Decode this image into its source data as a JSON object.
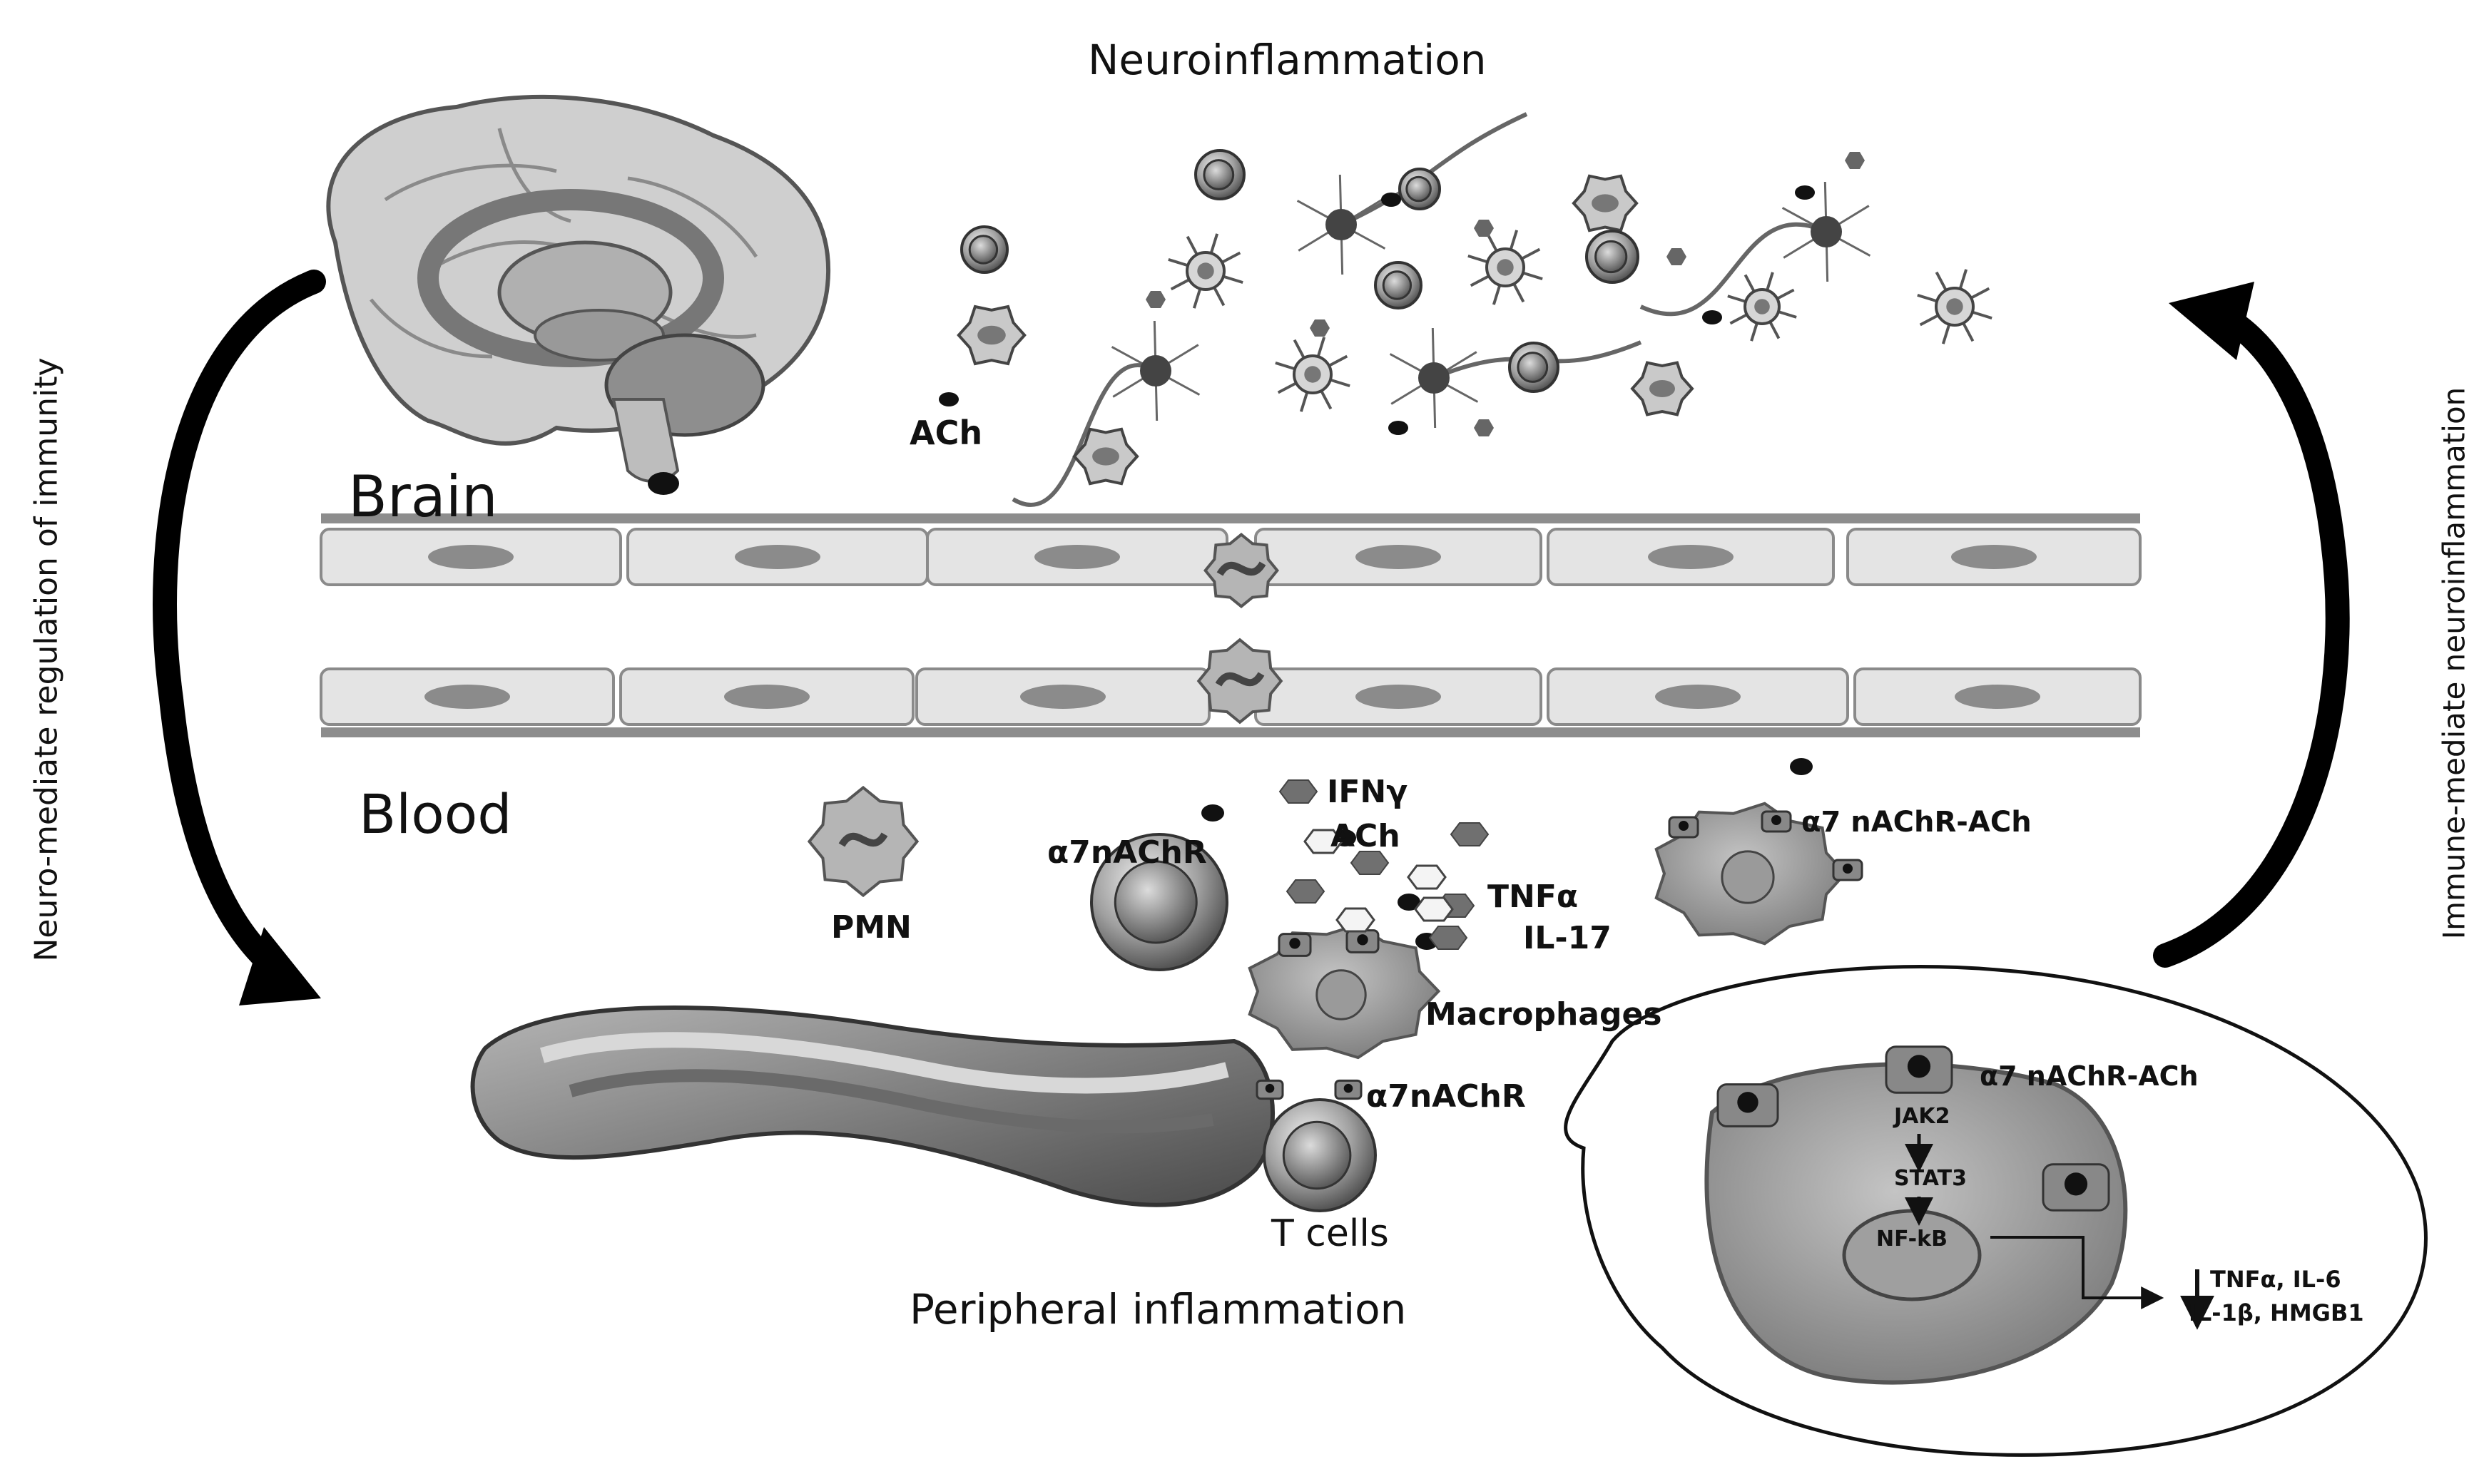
{
  "title": "Neuroinflammation",
  "regions": {
    "brain": "Brain",
    "blood": "Blood"
  },
  "side_labels": {
    "left": "Neuro-mediate regulation of immunity",
    "right": "Immune-mediate neuroinflammation"
  },
  "brain_labels": {
    "ach": "ACh"
  },
  "blood_labels": {
    "pmn": "PMN",
    "a7nachr_1": "α7nAChR",
    "ifng": "IFNγ",
    "ach": "ACh",
    "tnfa": "TNFα",
    "il17": "IL-17",
    "a7nachr_ach_1": "α7 nAChR-ACh",
    "macrophages": "Macrophages",
    "a7nachr_2": "α7nAChR",
    "tcells": "T cells"
  },
  "bottom_title": "Peripheral inflammation",
  "inset": {
    "receptor": "α7 nAChR-ACh",
    "jak2": "JAK2",
    "stat3": "STAT3",
    "nfkb": "NF-kB",
    "out_line1": "TNFα, IL-6",
    "out_line2": "IL-1β, HMGB1"
  },
  "colors": {
    "cell_dark": "#6e6e6e",
    "cell_mid": "#9a9a9a",
    "cell_light": "#d9d9d9",
    "vessel": "#e6e6e6",
    "arrow": "#000000"
  }
}
